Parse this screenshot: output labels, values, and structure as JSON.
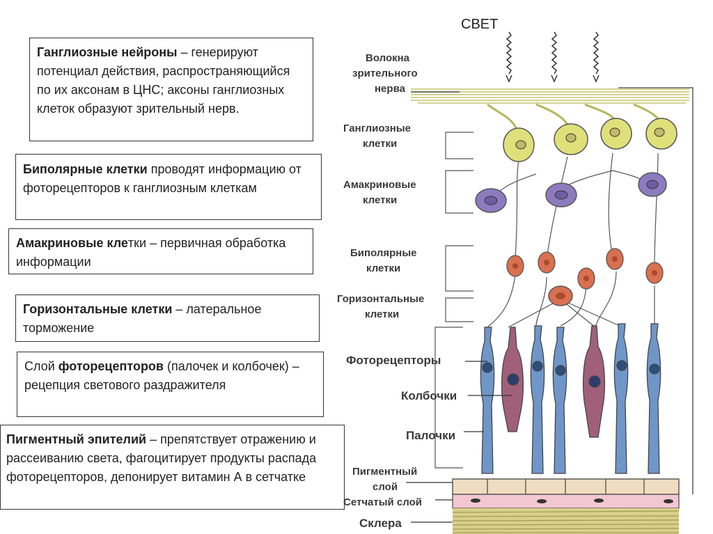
{
  "light_label": "СВЕТ",
  "boxes": {
    "ganglion": {
      "bold": "Ганглиозные  нейроны",
      "text": " – генерируют потенциал действия, распространяющийся по их аксонам в ЦНС; аксоны ганглиозных клеток образуют зрительный нерв."
    },
    "bipolar": {
      "bold": "Биполярные клетки",
      "text": " проводят информацию от фоторецепторов к ганглиозным клеткам"
    },
    "amacrine": {
      "bold": "Амакриновые кле",
      "text": "тки – первичная обработка информации"
    },
    "horizontal": {
      "bold": "Горизонтальные клетки",
      "text": " – латеральное торможение"
    },
    "photoreceptors": {
      "pre": "Слой ",
      "bold": "фоторецепторов",
      "text": " (палочек и колбочек) – рецепция светового раздражителя"
    },
    "pigment": {
      "bold": "Пигментный эпителий",
      "text": " – препятствует отражению и рассеиванию света, фагоцитирует продукты распада фоторецепторов, депонирует витамин А в сетчатке"
    }
  },
  "labels": {
    "optic_fibers": [
      "Волокна",
      "зрительного",
      "нерва"
    ],
    "ganglion_cells": [
      "Ганглиозные",
      "клетки"
    ],
    "amacrine_cells": [
      "Амакриновые",
      "клетки"
    ],
    "bipolar_cells": [
      "Биполярные",
      "клетки"
    ],
    "horizontal_cells": [
      "Горизонтальные",
      "клетки"
    ],
    "photoreceptors": "Фоторецепторы",
    "cones": "Колбочки",
    "rods": "Палочки",
    "pigment_layer": [
      "Пигментный",
      "слой"
    ],
    "reticular_layer": "Сетчатый слой",
    "sclera": "Склера"
  },
  "colors": {
    "ganglion": "#dfe07a",
    "amacrine": "#8e7bbf",
    "bipolar": "#d9704f",
    "rod": "#6f96c8",
    "cone": "#a0607a",
    "pigment": "#f0dcc0",
    "reticular": "#f2c7d2",
    "sclera": "#d8cf8c"
  }
}
